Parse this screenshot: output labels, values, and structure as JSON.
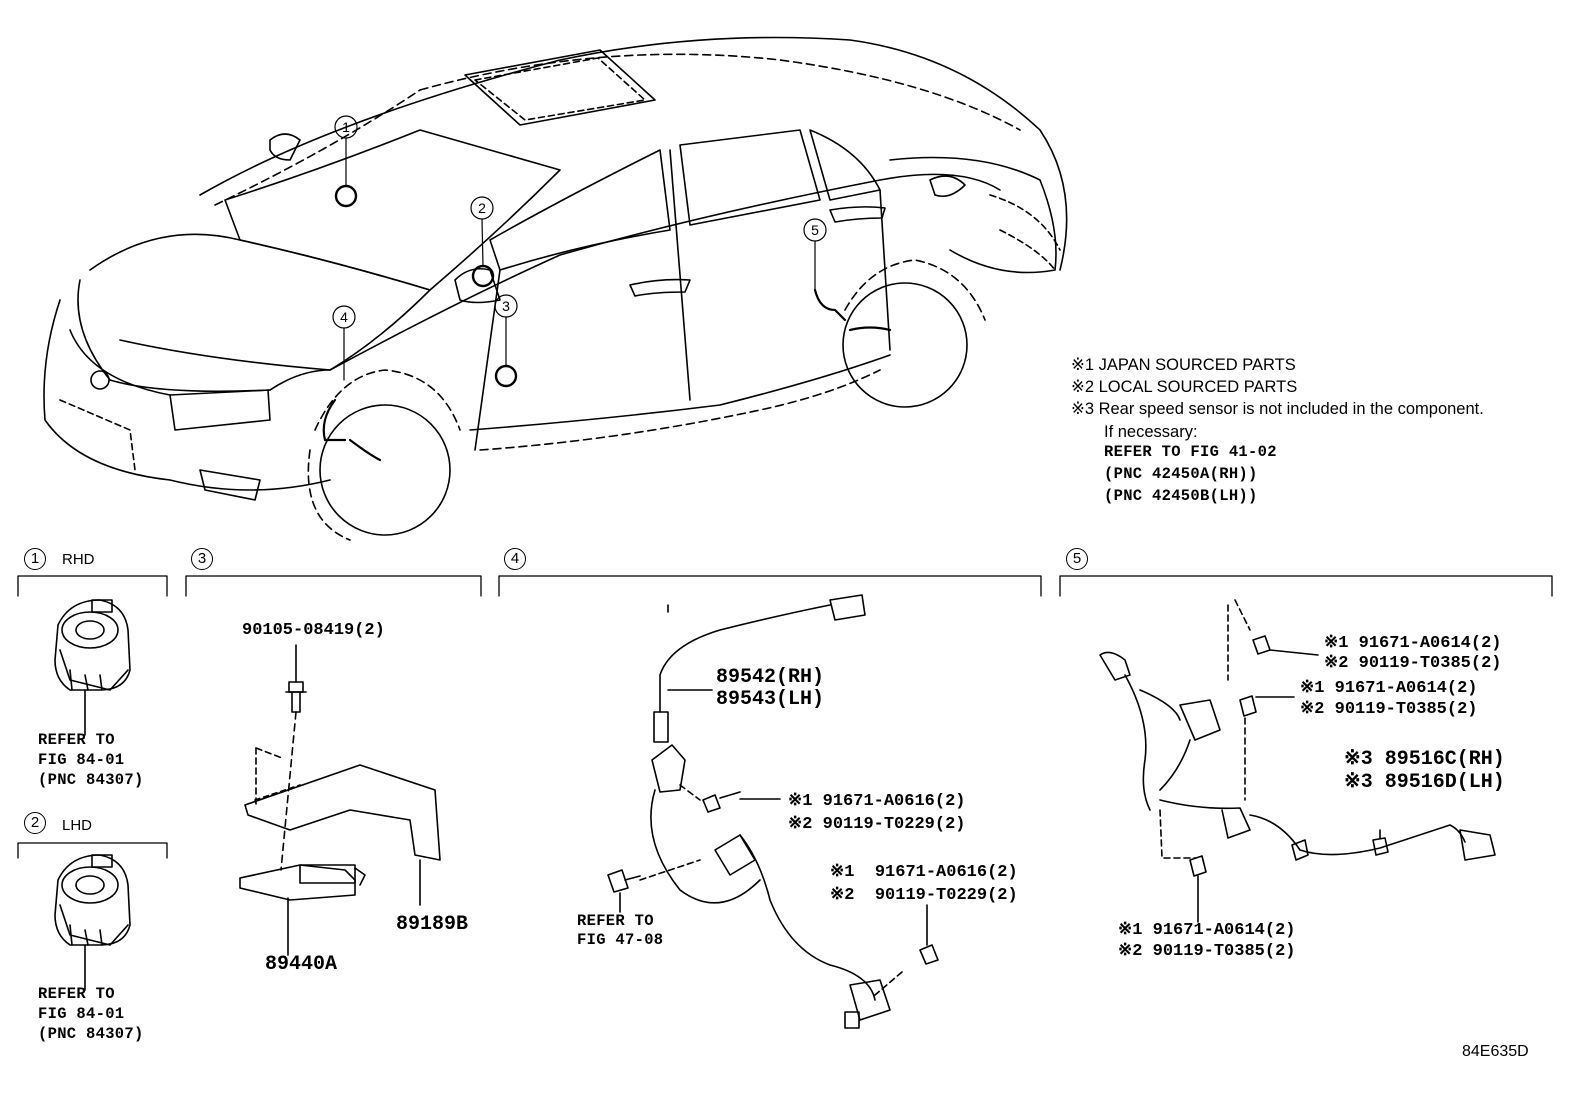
{
  "callouts": [
    "1",
    "2",
    "3",
    "4",
    "5"
  ],
  "notes": {
    "n1": "※1 JAPAN SOURCED PARTS",
    "n2": "※2 LOCAL SOURCED PARTS",
    "n3": "※3 Rear speed sensor is not included in the component.",
    "if_necessary": "If necessary:",
    "refer": "REFER TO FIG 41-02",
    "pnc_rh": "(PNC 42450A(RH))",
    "pnc_lh": "(PNC 42450B(LH))"
  },
  "sections": {
    "s1": {
      "number": "1",
      "tag": "RHD",
      "refer_line1": "REFER TO",
      "refer_line2": "FIG 84-01",
      "refer_line3": "(PNC 84307)"
    },
    "s2": {
      "number": "2",
      "tag": "LHD",
      "refer_line1": "REFER TO",
      "refer_line2": "FIG 84-01",
      "refer_line3": "(PNC 84307)"
    },
    "s3": {
      "number": "3",
      "bolt": "90105-08419(2)",
      "part_a": "89440A",
      "part_b": "89189B"
    },
    "s4": {
      "number": "4",
      "sensor_rh": "89542(RH)",
      "sensor_lh": "89543(LH)",
      "bolt1_j": "※1 91671-A0616(2)",
      "bolt1_l": "※2 90119-T0229(2)",
      "bolt2_j": "※1  91671-A0616(2)",
      "bolt2_l": "※2  90119-T0229(2)",
      "refer_line1": "REFER TO",
      "refer_line2": "FIG 47-08"
    },
    "s5": {
      "number": "5",
      "b1_j": "※1 91671-A0614(2)",
      "b1_l": "※2 90119-T0385(2)",
      "b2_j": "※1 91671-A0614(2)",
      "b2_l": "※2 90119-T0385(2)",
      "harness_rh": "※3 89516C(RH)",
      "harness_lh": "※3 89516D(LH)",
      "b3_j": "※1 91671-A0614(2)",
      "b3_l": "※2 90119-T0385(2)"
    }
  },
  "figure_id": "84E635D"
}
